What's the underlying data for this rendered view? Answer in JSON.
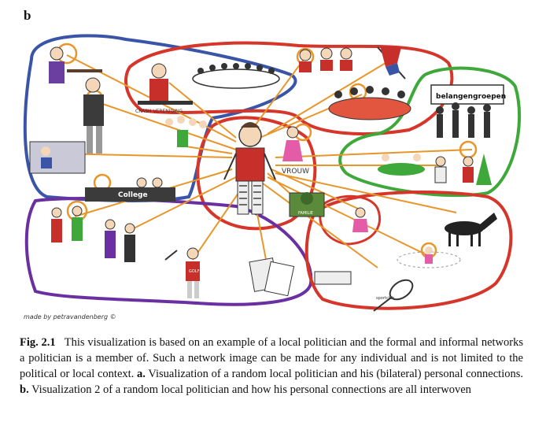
{
  "panel_label": "b",
  "illustration": {
    "labels": {
      "crash": "CRASH VERENIGING",
      "college": "College",
      "vrouw": "VROUW",
      "belangen": "belangengroepen",
      "signature": "made by petravandenberg ©",
      "family": "FAMILIE",
      "golf": "GOLF",
      "sport": "sportclub"
    },
    "colors": {
      "blue": "#3a55a8",
      "red": "#d6362a",
      "green": "#3fa83a",
      "purple": "#6a2fa0",
      "orange": "#e8962a"
    }
  },
  "caption": {
    "fig_number": "Fig. 2.1",
    "text1": "This visualization is based on an example of a local politician and the formal and informal networks a politician is a member of. Such a network image can be made for any individual and is not limited to the political or local context. ",
    "a_label": "a.",
    "text2": " Visualization of a random local politician and his (bilateral) personal connections. ",
    "b_label": "b.",
    "text3": " Visualization 2 of a random local politician and how his personal connections are all interwoven"
  }
}
